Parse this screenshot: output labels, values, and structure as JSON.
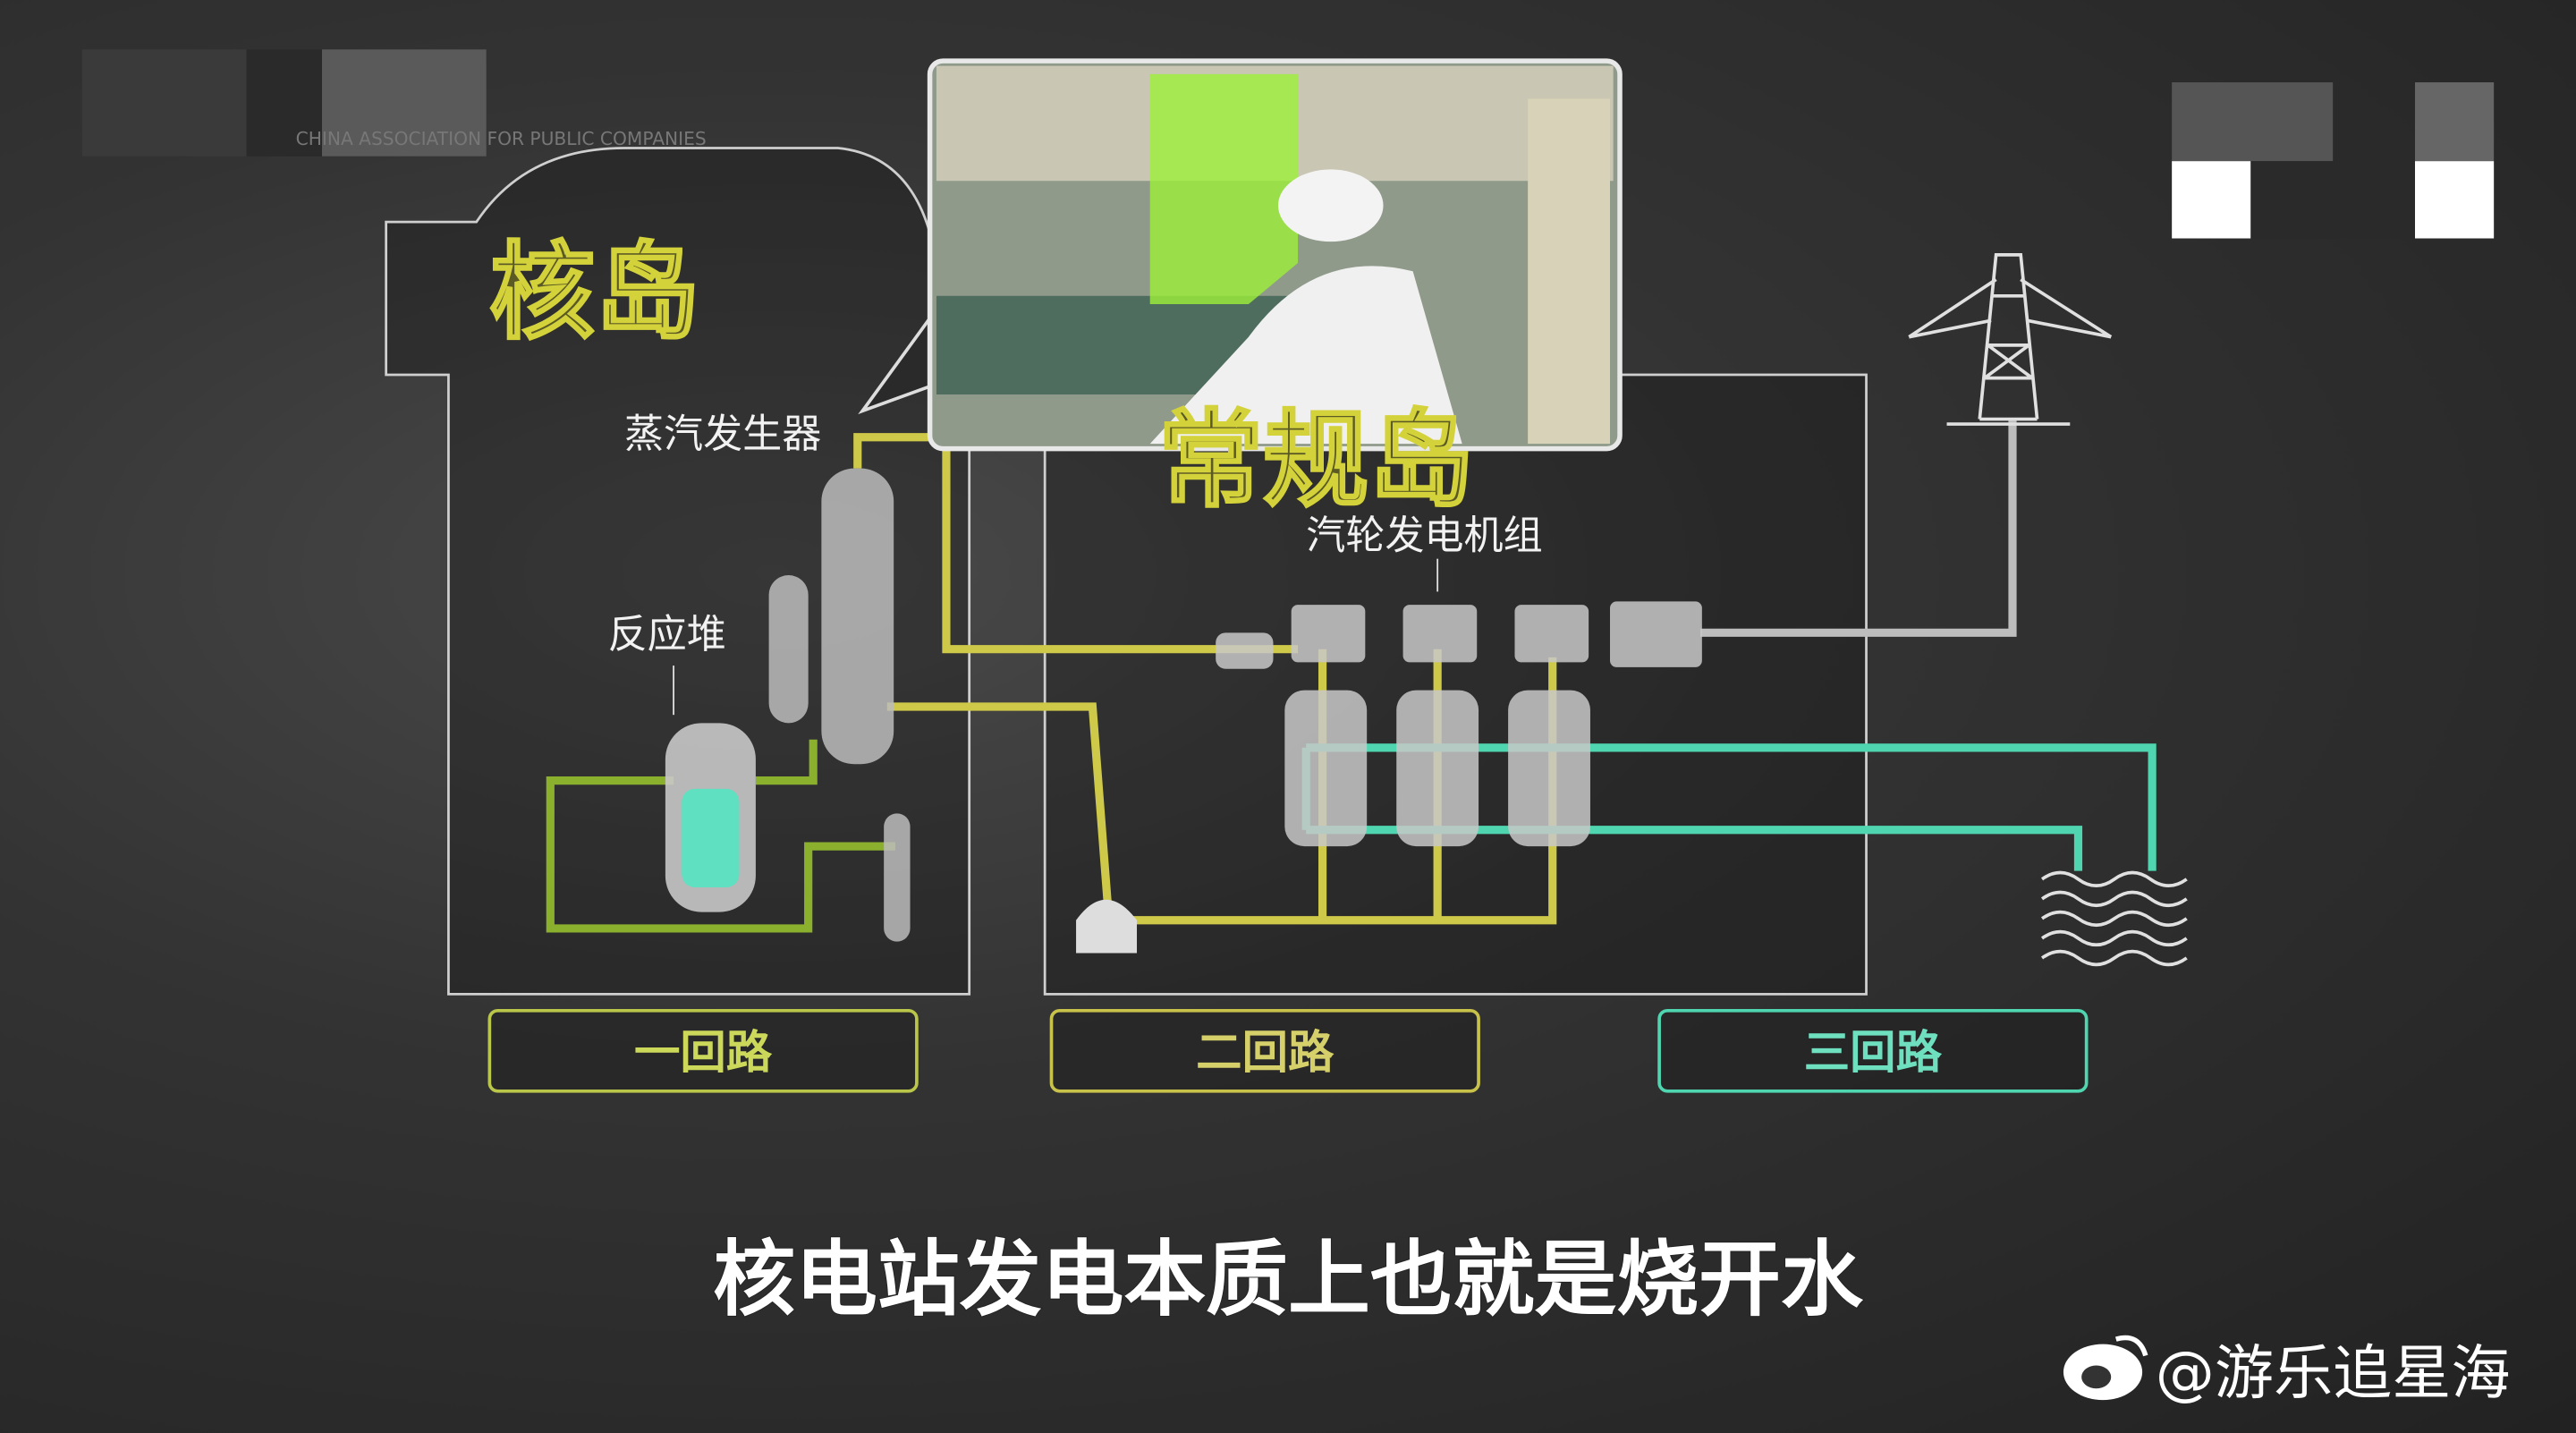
{
  "video_frame": {
    "faint_logo_text": "CHINA ASSOCIATION FOR PUBLIC COMPANIES",
    "nuclear_island": {
      "title": "核岛",
      "steam_generator_label": "蒸汽发生器",
      "reactor_label": "反应堆"
    },
    "conventional_island": {
      "title": "常规岛",
      "turbine_label": "汽轮发电机组"
    },
    "loops": [
      {
        "label": "一回路",
        "color": "#c8d24a"
      },
      {
        "label": "二回路",
        "color": "#c8c24a"
      },
      {
        "label": "三回路",
        "color": "#4fd6b0"
      }
    ],
    "icons": [
      "power-pylon-icon",
      "water-waves-icon",
      "weibo-icon"
    ],
    "subtitle": "核电站发电本质上也就是烧开水",
    "watermark": "@游乐追星海",
    "colors": {
      "primary_loop": "#9acd32",
      "secondary_loop": "#d6d24a",
      "tertiary_loop": "#4fd6b0",
      "coolant": "#5fe0c0"
    }
  }
}
